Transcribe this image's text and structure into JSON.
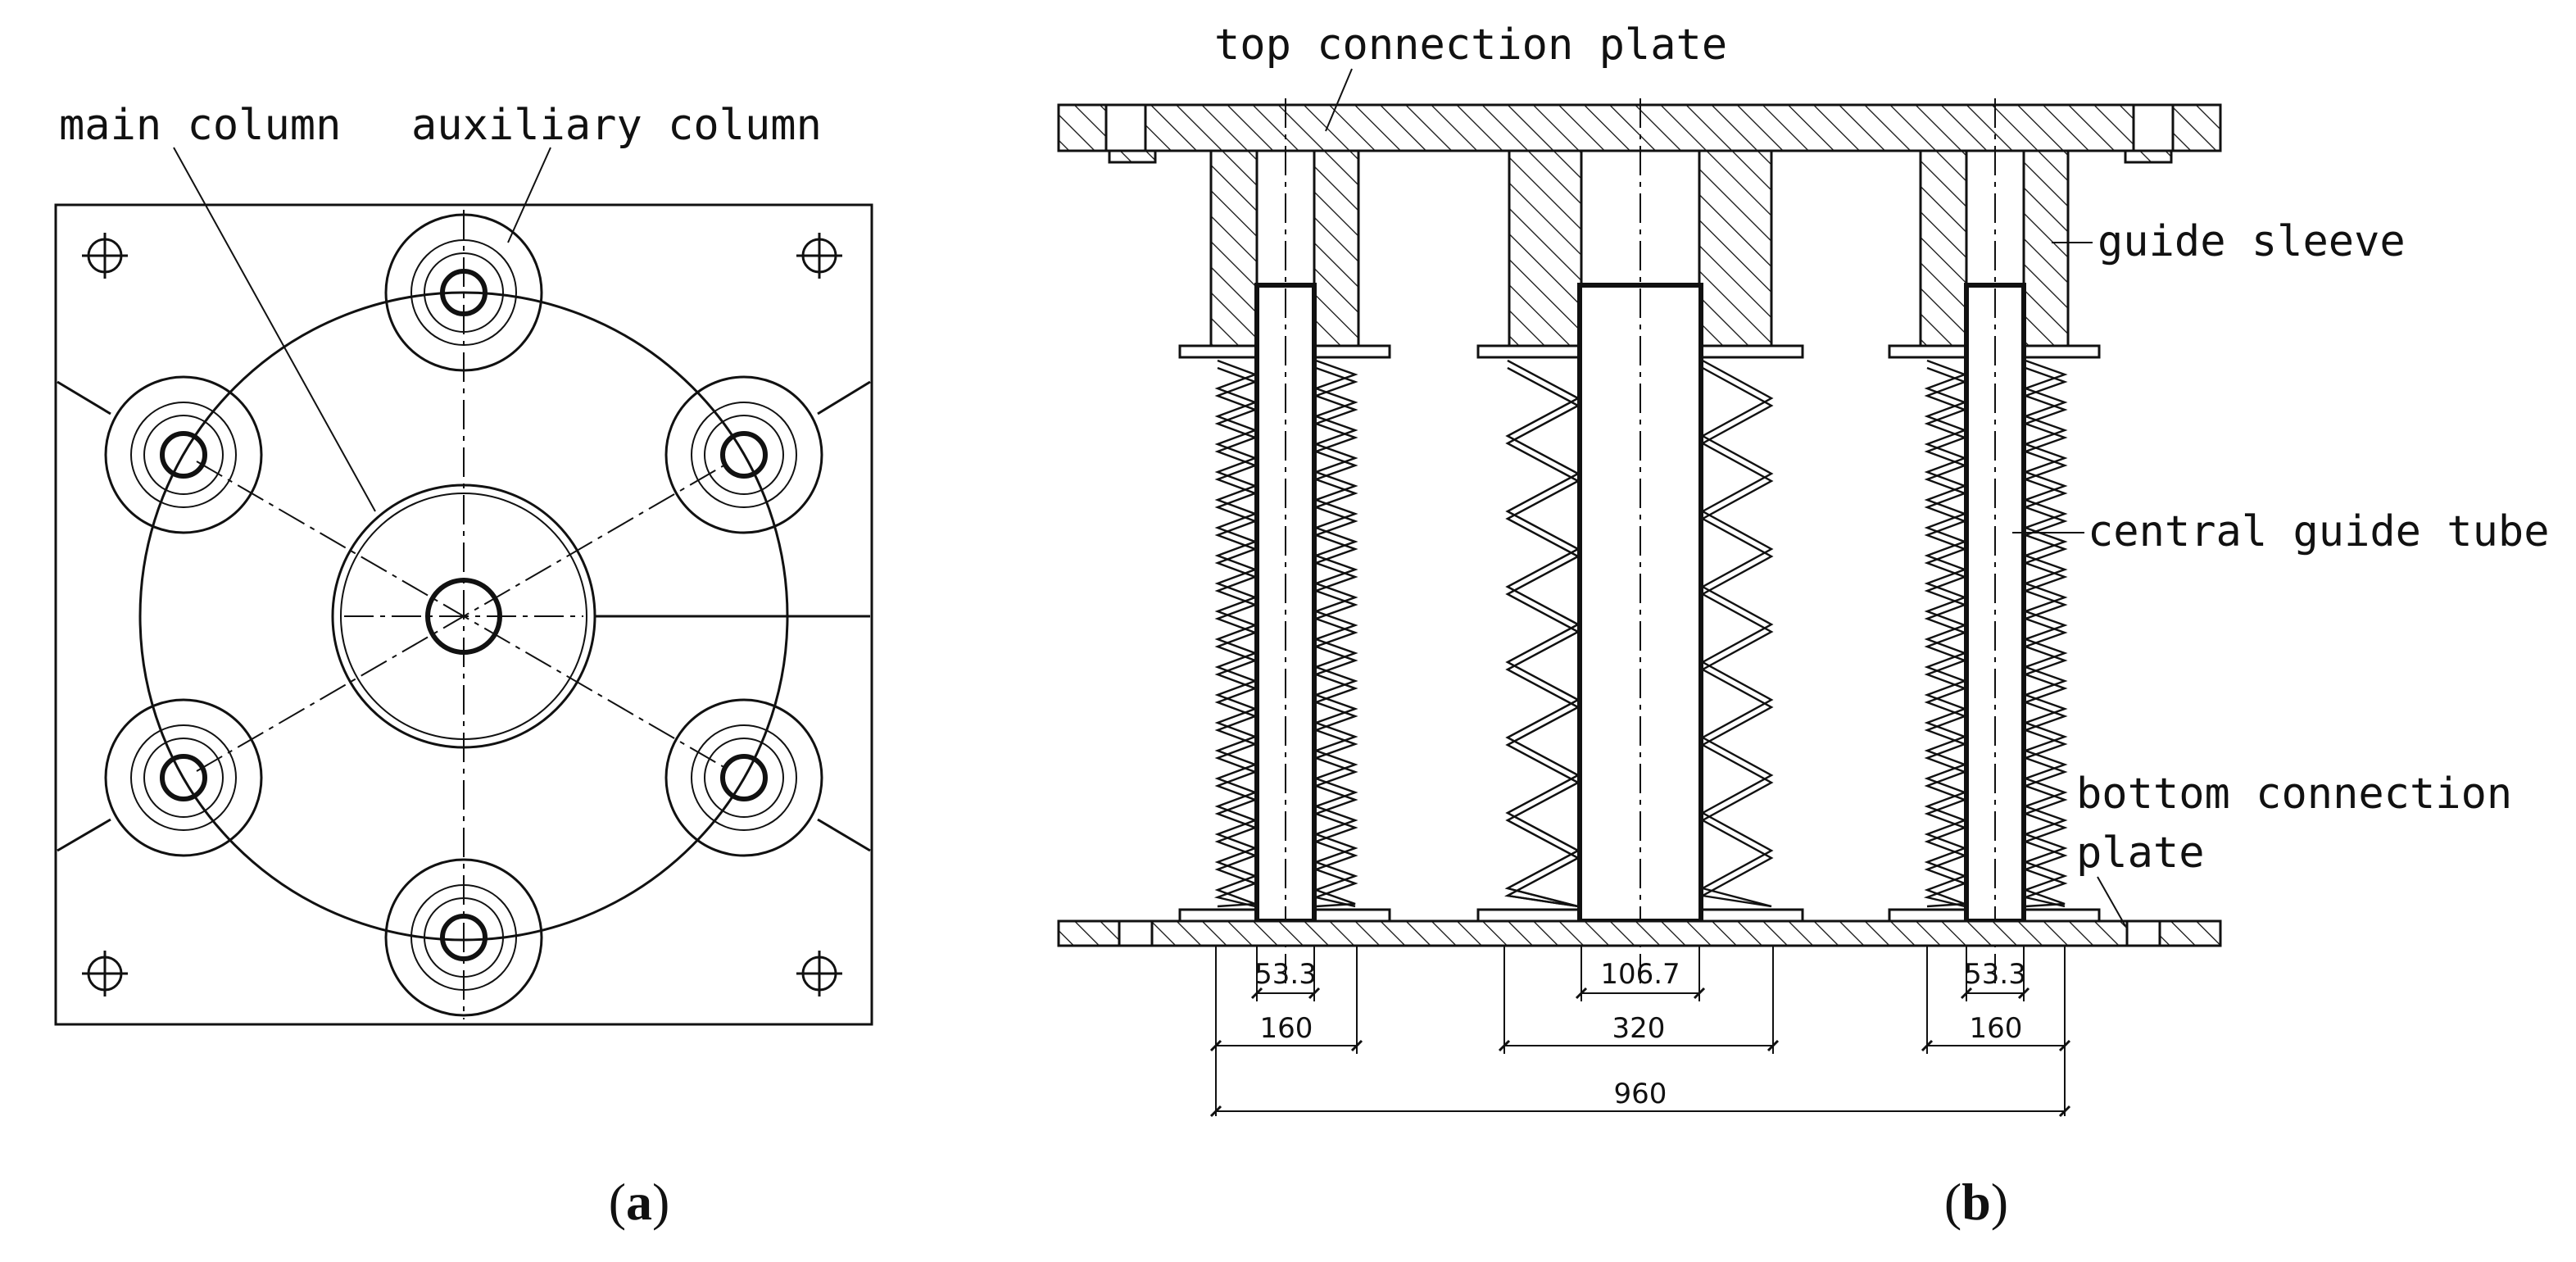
{
  "labels": {
    "main_column": "main column",
    "auxiliary_column": "auxiliary column",
    "top_connection_plate": "top connection plate",
    "guide_sleeve": "guide sleeve",
    "central_guide_tube": "central guide tube",
    "bottom_connection_plate_line1": "bottom connection",
    "bottom_connection_plate_line2": "plate"
  },
  "dimensions": {
    "left_tube": "53.3",
    "center_tube": "106.7",
    "right_tube": "53.3",
    "left_spring": "160",
    "center_spring": "320",
    "right_spring": "160",
    "overall": "960"
  },
  "captions": {
    "a": {
      "open": "(",
      "letter": "a",
      "close": ")"
    },
    "b": {
      "open": "(",
      "letter": "b",
      "close": ")"
    }
  },
  "colors": {
    "line": "#111111",
    "background": "#ffffff"
  }
}
